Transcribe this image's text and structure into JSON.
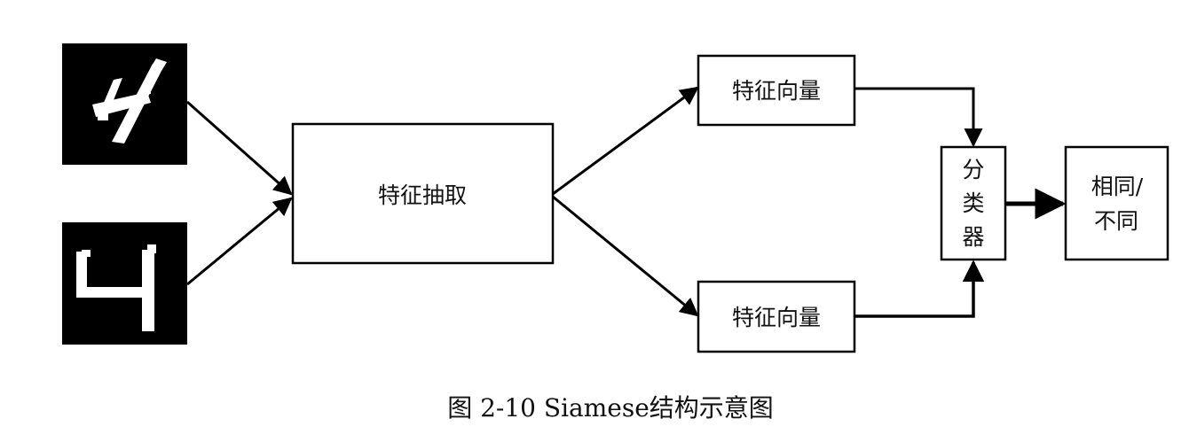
{
  "diagram": {
    "inputs": [
      {
        "name": "digit-image-4-handwritten",
        "digit": "4"
      },
      {
        "name": "digit-image-4-blocky",
        "digit": "4"
      }
    ],
    "extractor_label": "特征抽取",
    "vector_top_label": "特征向量",
    "vector_bottom_label": "特征向量",
    "classifier_label_lines": [
      "分",
      "类",
      "器"
    ],
    "output_label_lines": [
      "相同/",
      "不同"
    ]
  },
  "caption": "图 2-10 Siamese结构示意图"
}
